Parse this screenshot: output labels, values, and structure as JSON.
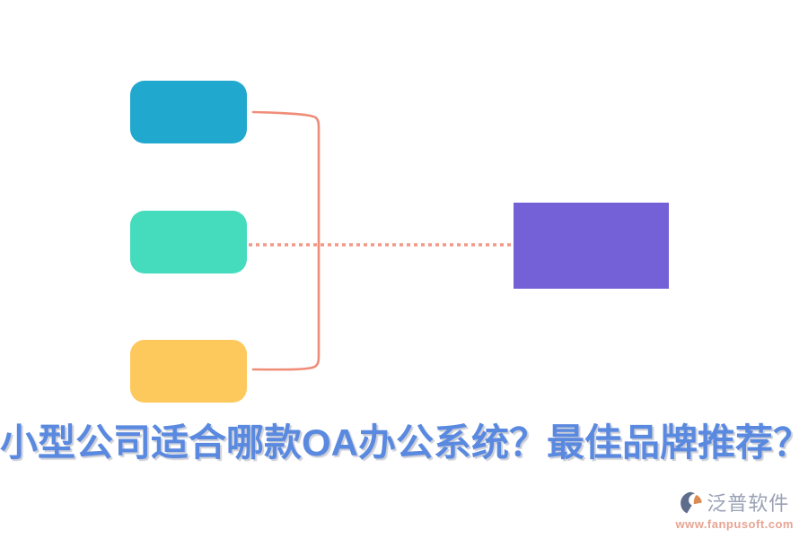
{
  "title": {
    "text": "小型公司适合哪款OA办公系统？最佳品牌推荐？",
    "color": "#5A89E0"
  },
  "diagram": {
    "connector_color": "#F08D79",
    "boxes": [
      {
        "name": "top-left-box",
        "color": "#21A8CE"
      },
      {
        "name": "middle-left-box",
        "color": "#45DBBD"
      },
      {
        "name": "bottom-left-box",
        "color": "#FDC95C"
      },
      {
        "name": "right-target-box",
        "color": "#7561D7"
      }
    ]
  },
  "watermark": {
    "brand": "泛普软件",
    "url": "www.fanpusoft.com",
    "brand_color": "#99A1B4",
    "url_color": "#E7A493",
    "icon_dark_color": "#5F6D8C",
    "icon_orange_color": "#DD8A52"
  }
}
